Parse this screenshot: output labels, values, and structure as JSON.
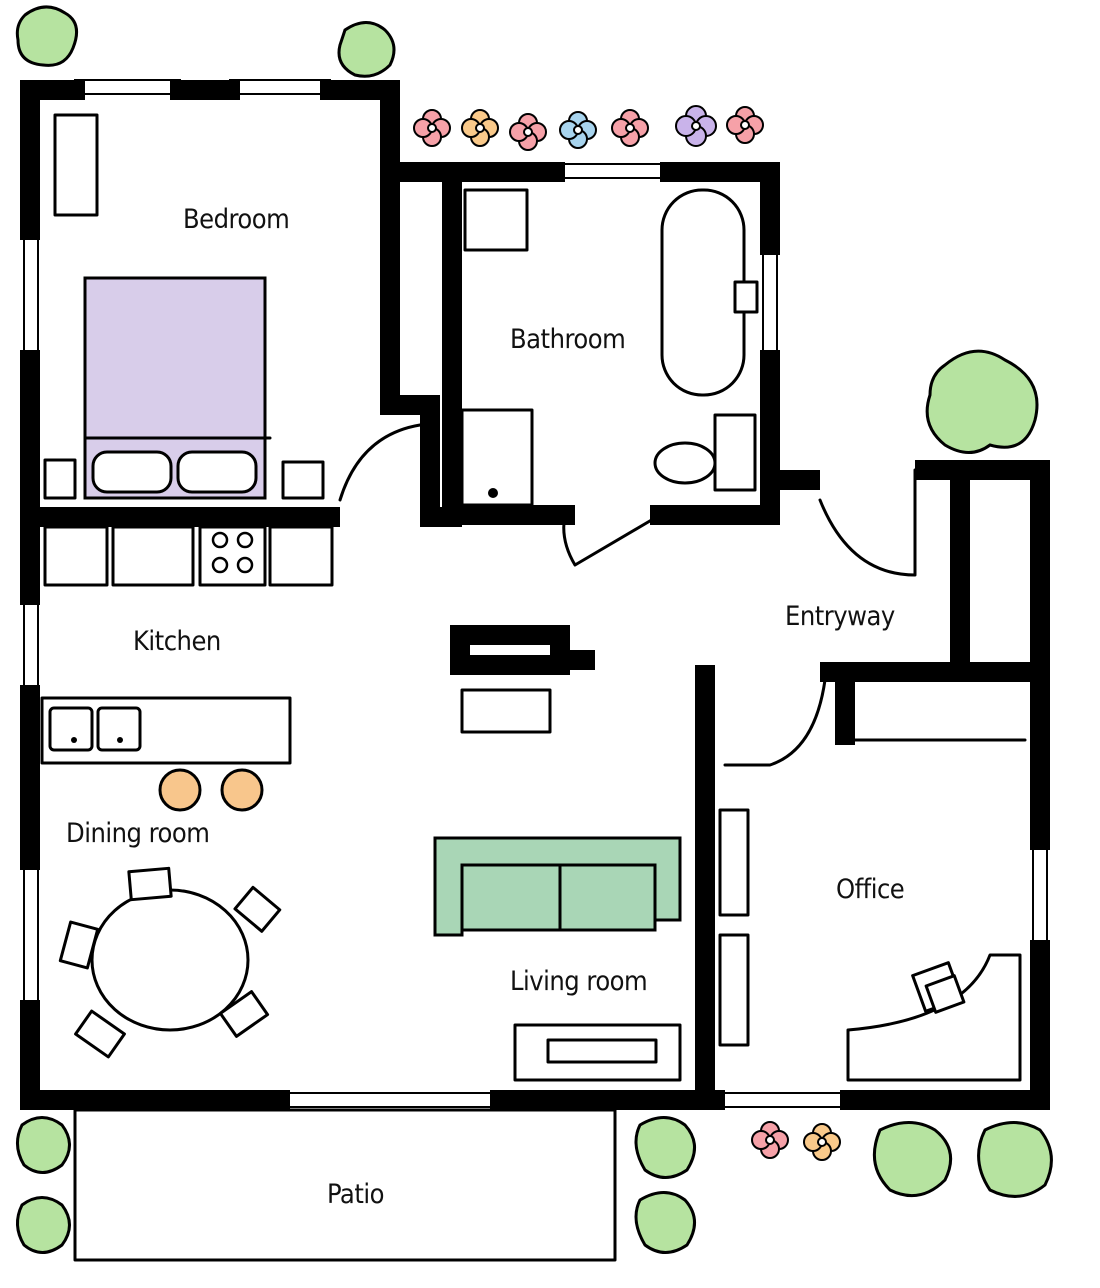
{
  "rooms": {
    "bedroom": "Bedroom",
    "bathroom": "Bathroom",
    "kitchen": "Kitchen",
    "entryway": "Entryway",
    "dining_room": "Dining room",
    "office": "Office",
    "living_room": "Living room",
    "patio": "Patio"
  },
  "colors": {
    "bed": "#d8cdea",
    "sofa": "#a9d6b6",
    "bush": "#b6e3a0",
    "stool": "#f8c68c",
    "flower_pink": "#f6a1a8",
    "flower_orange": "#f9c98a",
    "flower_blue": "#a8d4ee",
    "flower_purple": "#c9b3ea"
  }
}
